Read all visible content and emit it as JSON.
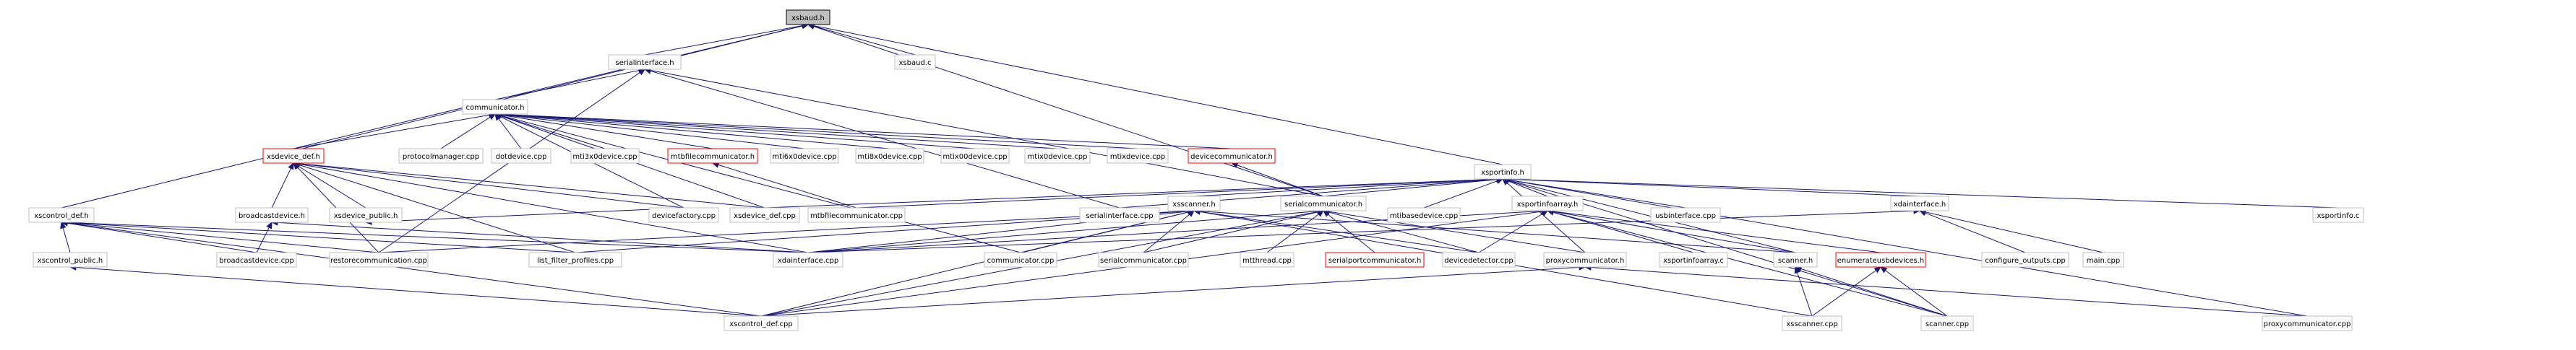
{
  "graph": {
    "root": "xsbaud.h",
    "nodes": [
      {
        "id": "xsbaud_h",
        "label": "xsbaud.h",
        "style": "root"
      },
      {
        "id": "serialinterface_h",
        "label": "serialinterface.h",
        "style": "normal"
      },
      {
        "id": "xsbaud_c",
        "label": "xsbaud.c",
        "style": "normal"
      },
      {
        "id": "communicator_h",
        "label": "communicator.h",
        "style": "normal"
      },
      {
        "id": "xsdevice_def_h",
        "label": "xsdevice_def.h",
        "style": "red"
      },
      {
        "id": "protocolmanager_cpp",
        "label": "protocolmanager.cpp",
        "style": "normal"
      },
      {
        "id": "dotdevice_cpp",
        "label": "dotdevice.cpp",
        "style": "normal"
      },
      {
        "id": "mti3x0device_cpp",
        "label": "mti3x0device.cpp",
        "style": "normal"
      },
      {
        "id": "mtbfilecommunicator_h",
        "label": "mtbfilecommunicator.h",
        "style": "red"
      },
      {
        "id": "mti6x0device_cpp",
        "label": "mti6x0device.cpp",
        "style": "normal"
      },
      {
        "id": "mti8x0device_cpp",
        "label": "mti8x0device.cpp",
        "style": "normal"
      },
      {
        "id": "mtix00device_cpp",
        "label": "mtix00device.cpp",
        "style": "normal"
      },
      {
        "id": "mtix0device_cpp",
        "label": "mtix0device.cpp",
        "style": "normal"
      },
      {
        "id": "mtixdevice_cpp",
        "label": "mtixdevice.cpp",
        "style": "normal"
      },
      {
        "id": "devicecommunicator_h",
        "label": "devicecommunicator.h",
        "style": "red"
      },
      {
        "id": "xsportinfo_h",
        "label": "xsportinfo.h",
        "style": "normal"
      },
      {
        "id": "xscontrol_def_h",
        "label": "xscontrol_def.h",
        "style": "normal"
      },
      {
        "id": "broadcastdevice_h",
        "label": "broadcastdevice.h",
        "style": "normal"
      },
      {
        "id": "xsdevice_public_h",
        "label": "xsdevice_public.h",
        "style": "normal"
      },
      {
        "id": "devicefactory_cpp",
        "label": "devicefactory.cpp",
        "style": "normal"
      },
      {
        "id": "xsdevice_def_cpp",
        "label": "xsdevice_def.cpp",
        "style": "normal"
      },
      {
        "id": "mtbfilecommunicator_cpp",
        "label": "mtbfilecommunicator.cpp",
        "style": "normal"
      },
      {
        "id": "serialinterface_cpp",
        "label": "serialinterface.cpp",
        "style": "normal"
      },
      {
        "id": "xsscanner_h",
        "label": "xsscanner.h",
        "style": "normal"
      },
      {
        "id": "serialcommunicator_h",
        "label": "serialcommunicator.h",
        "style": "normal"
      },
      {
        "id": "mtibasedevice_cpp",
        "label": "mtibasedevice.cpp",
        "style": "normal"
      },
      {
        "id": "xsportinfoarray_h",
        "label": "xsportinfoarray.h",
        "style": "normal"
      },
      {
        "id": "usbinterface_cpp",
        "label": "usbinterface.cpp",
        "style": "normal"
      },
      {
        "id": "xdainterface_h",
        "label": "xdainterface.h",
        "style": "normal"
      },
      {
        "id": "xsportinfo_c",
        "label": "xsportinfo.c",
        "style": "normal"
      },
      {
        "id": "xscontrol_public_h",
        "label": "xscontrol_public.h",
        "style": "normal"
      },
      {
        "id": "broadcastdevice_cpp",
        "label": "broadcastdevice.cpp",
        "style": "normal"
      },
      {
        "id": "restorecommunication_cpp",
        "label": "restorecommunication.cpp",
        "style": "normal"
      },
      {
        "id": "list_filter_profiles_cpp",
        "label": "list_filter_profiles.cpp",
        "style": "normal"
      },
      {
        "id": "xdainterface_cpp",
        "label": "xdainterface.cpp",
        "style": "normal"
      },
      {
        "id": "communicator_cpp",
        "label": "communicator.cpp",
        "style": "normal"
      },
      {
        "id": "serialcommunicator_cpp",
        "label": "serialcommunicator.cpp",
        "style": "normal"
      },
      {
        "id": "mtthread_cpp",
        "label": "mtthread.cpp",
        "style": "normal"
      },
      {
        "id": "serialportcommunicator_h",
        "label": "serialportcommunicator.h",
        "style": "red"
      },
      {
        "id": "devicedetector_cpp",
        "label": "devicedetector.cpp",
        "style": "normal"
      },
      {
        "id": "proxycommunicator_h",
        "label": "proxycommunicator.h",
        "style": "normal"
      },
      {
        "id": "xsportinfoarray_c",
        "label": "xsportinfoarray.c",
        "style": "normal"
      },
      {
        "id": "scanner_h",
        "label": "scanner.h",
        "style": "normal"
      },
      {
        "id": "enumerateusbdevices_h",
        "label": "enumerateusbdevices.h",
        "style": "red"
      },
      {
        "id": "configure_outputs_cpp",
        "label": "configure_outputs.cpp",
        "style": "normal"
      },
      {
        "id": "main_cpp",
        "label": "main.cpp",
        "style": "normal"
      },
      {
        "id": "xscontrol_def_cpp",
        "label": "xscontrol_def.cpp",
        "style": "normal"
      },
      {
        "id": "xsscanner_cpp",
        "label": "xsscanner.cpp",
        "style": "normal"
      },
      {
        "id": "scanner_cpp",
        "label": "scanner.cpp",
        "style": "normal"
      },
      {
        "id": "proxycommunicator_cpp",
        "label": "proxycommunicator.cpp",
        "style": "normal"
      }
    ],
    "edges": [
      [
        "xsbaud_h",
        "serialinterface_h"
      ],
      [
        "xsbaud_h",
        "xsbaud_c"
      ],
      [
        "xsbaud_h",
        "xsportinfo_h"
      ],
      [
        "xsbaud_h",
        "xscontrol_def_h"
      ],
      [
        "xsbaud_h",
        "xsdevice_def_h"
      ],
      [
        "xsbaud_h",
        "serialcommunicator_h"
      ],
      [
        "serialinterface_h",
        "communicator_h"
      ],
      [
        "serialinterface_h",
        "serialinterface_cpp"
      ],
      [
        "serialinterface_h",
        "serialcommunicator_h"
      ],
      [
        "serialinterface_h",
        "restorecommunication_cpp"
      ],
      [
        "communicator_h",
        "xsdevice_def_h"
      ],
      [
        "communicator_h",
        "protocolmanager_cpp"
      ],
      [
        "communicator_h",
        "dotdevice_cpp"
      ],
      [
        "communicator_h",
        "mti3x0device_cpp"
      ],
      [
        "communicator_h",
        "mtbfilecommunicator_h"
      ],
      [
        "communicator_h",
        "mti6x0device_cpp"
      ],
      [
        "communicator_h",
        "mti8x0device_cpp"
      ],
      [
        "communicator_h",
        "mtix00device_cpp"
      ],
      [
        "communicator_h",
        "mtix0device_cpp"
      ],
      [
        "communicator_h",
        "mtixdevice_cpp"
      ],
      [
        "communicator_h",
        "devicecommunicator_h"
      ],
      [
        "communicator_h",
        "devicefactory_cpp"
      ],
      [
        "communicator_h",
        "xsdevice_def_cpp"
      ],
      [
        "communicator_h",
        "communicator_cpp"
      ],
      [
        "mtbfilecommunicator_h",
        "mtbfilecommunicator_cpp"
      ],
      [
        "devicecommunicator_h",
        "serialcommunicator_h"
      ],
      [
        "xsdevice_def_h",
        "broadcastdevice_h"
      ],
      [
        "xsdevice_def_h",
        "xsdevice_public_h"
      ],
      [
        "xsdevice_def_h",
        "devicefactory_cpp"
      ],
      [
        "xsdevice_def_h",
        "xsdevice_def_cpp"
      ],
      [
        "xsdevice_def_h",
        "list_filter_profiles_cpp"
      ],
      [
        "xsdevice_def_h",
        "xdainterface_cpp"
      ],
      [
        "xsdevice_def_h",
        "restorecommunication_cpp"
      ],
      [
        "broadcastdevice_h",
        "broadcastdevice_cpp"
      ],
      [
        "broadcastdevice_h",
        "xdainterface_cpp"
      ],
      [
        "xsdevice_public_h",
        "devicefactory_cpp"
      ],
      [
        "xscontrol_def_h",
        "xscontrol_public_h"
      ],
      [
        "xscontrol_def_h",
        "broadcastdevice_cpp"
      ],
      [
        "xscontrol_def_h",
        "restorecommunication_cpp"
      ],
      [
        "xscontrol_def_h",
        "list_filter_profiles_cpp"
      ],
      [
        "xscontrol_def_h",
        "xdainterface_cpp"
      ],
      [
        "xscontrol_def_h",
        "xscontrol_def_cpp"
      ],
      [
        "xscontrol_public_h",
        "xscontrol_def_cpp"
      ],
      [
        "xsportinfo_h",
        "xsscanner_h"
      ],
      [
        "xsportinfo_h",
        "serialcommunicator_h"
      ],
      [
        "xsportinfo_h",
        "mtibasedevice_cpp"
      ],
      [
        "xsportinfo_h",
        "xsportinfoarray_h"
      ],
      [
        "xsportinfo_h",
        "usbinterface_cpp"
      ],
      [
        "xsportinfo_h",
        "xdainterface_h"
      ],
      [
        "xsportinfo_h",
        "xsportinfo_c"
      ],
      [
        "xsportinfo_h",
        "serialinterface_cpp"
      ],
      [
        "xsportinfo_h",
        "xsdevice_def_cpp"
      ],
      [
        "xsportinfo_h",
        "mtbfilecommunicator_cpp"
      ],
      [
        "xsportinfo_h",
        "proxycommunicator_h"
      ],
      [
        "xsportinfo_h",
        "scanner_h"
      ],
      [
        "xsportinfo_h",
        "scanner_cpp"
      ],
      [
        "xsportinfo_h",
        "proxycommunicator_cpp"
      ],
      [
        "xsscanner_h",
        "xdainterface_cpp"
      ],
      [
        "xsscanner_h",
        "communicator_cpp"
      ],
      [
        "xsscanner_h",
        "serialcommunicator_cpp"
      ],
      [
        "xsscanner_h",
        "list_filter_profiles_cpp"
      ],
      [
        "xsscanner_h",
        "restorecommunication_cpp"
      ],
      [
        "xsscanner_h",
        "devicedetector_cpp"
      ],
      [
        "xsscanner_h",
        "scanner_h"
      ],
      [
        "xsscanner_h",
        "xsscanner_cpp"
      ],
      [
        "xsscanner_h",
        "xscontrol_def_cpp"
      ],
      [
        "serialcommunicator_h",
        "serialcommunicator_cpp"
      ],
      [
        "serialcommunicator_h",
        "mtthread_cpp"
      ],
      [
        "serialcommunicator_h",
        "serialportcommunicator_h"
      ],
      [
        "serialcommunicator_h",
        "devicedetector_cpp"
      ],
      [
        "serialcommunicator_h",
        "proxycommunicator_h"
      ],
      [
        "serialcommunicator_h",
        "xdainterface_cpp"
      ],
      [
        "serialcommunicator_h",
        "xscontrol_def_cpp"
      ],
      [
        "proxycommunicator_h",
        "proxycommunicator_cpp"
      ],
      [
        "proxycommunicator_h",
        "xscontrol_def_cpp"
      ],
      [
        "xsportinfoarray_h",
        "xsportinfoarray_c"
      ],
      [
        "xsportinfoarray_h",
        "scanner_h"
      ],
      [
        "xsportinfoarray_h",
        "enumerateusbdevices_h"
      ],
      [
        "xsportinfoarray_h",
        "devicedetector_cpp"
      ],
      [
        "xsportinfoarray_h",
        "xdainterface_cpp"
      ],
      [
        "xsportinfoarray_h",
        "xscontrol_def_cpp"
      ],
      [
        "xsportinfoarray_h",
        "scanner_cpp"
      ],
      [
        "enumerateusbdevices_h",
        "xsscanner_cpp"
      ],
      [
        "enumerateusbdevices_h",
        "scanner_cpp"
      ],
      [
        "scanner_h",
        "xsscanner_cpp"
      ],
      [
        "scanner_h",
        "scanner_cpp"
      ],
      [
        "xdainterface_h",
        "configure_outputs_cpp"
      ],
      [
        "xdainterface_h",
        "main_cpp"
      ],
      [
        "xdainterface_h",
        "xdainterface_cpp"
      ]
    ]
  }
}
